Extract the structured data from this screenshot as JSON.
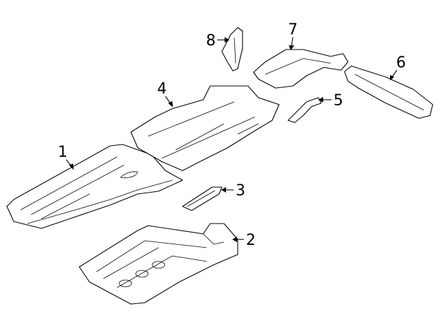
{
  "diagram": {
    "type": "exploded parts diagram",
    "parts": [
      {
        "id": "part-1",
        "label": "1"
      },
      {
        "id": "part-2",
        "label": "2"
      },
      {
        "id": "part-3",
        "label": "3"
      },
      {
        "id": "part-4",
        "label": "4"
      },
      {
        "id": "part-5",
        "label": "5"
      },
      {
        "id": "part-6",
        "label": "6"
      },
      {
        "id": "part-7",
        "label": "7"
      },
      {
        "id": "part-8",
        "label": "8"
      }
    ]
  }
}
